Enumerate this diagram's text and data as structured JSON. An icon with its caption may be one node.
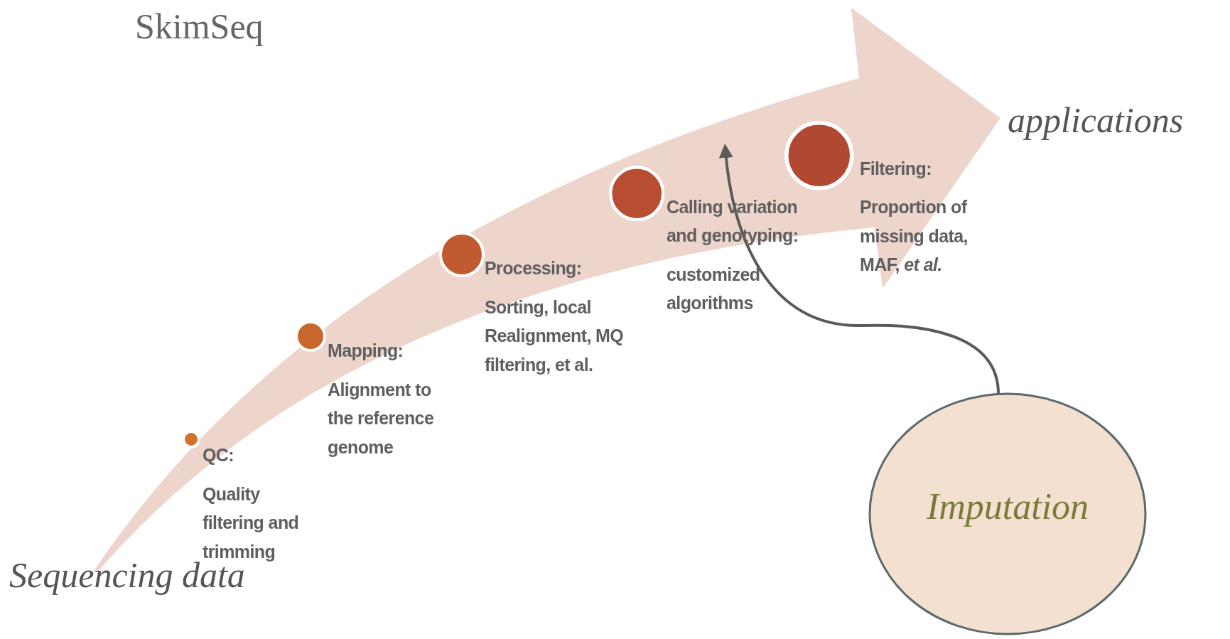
{
  "diagram": {
    "title": "SkimSeq",
    "nodes": [
      {
        "text": [
          "QC:",
          "Quality filtering and trimming"
        ]
      },
      {
        "text": [
          "Mapping:",
          "Alignment to the reference genome"
        ]
      },
      {
        "text": [
          "Processing:",
          "Sorting, local Realignment, MQ filtering, et al."
        ]
      },
      {
        "text": [
          "Calling variation and genotyping:",
          "customized algorithms"
        ]
      },
      {
        "text": [
          "Filtering:",
          "Proportion of missing data, MAF, *et al.*"
        ]
      },
      {
        "text": [
          "Sequencing data"
        ]
      },
      {
        "text": [
          "applications"
        ]
      },
      {
        "text": [
          "Imputation"
        ]
      }
    ],
    "edges": [
      {
        "from": 5,
        "to": 6,
        "arrow": "to",
        "style": "thick",
        "color": "#eed5cc"
      },
      {
        "from": 7,
        "to": null,
        "arrow": "to"
      }
    ]
  }
}
